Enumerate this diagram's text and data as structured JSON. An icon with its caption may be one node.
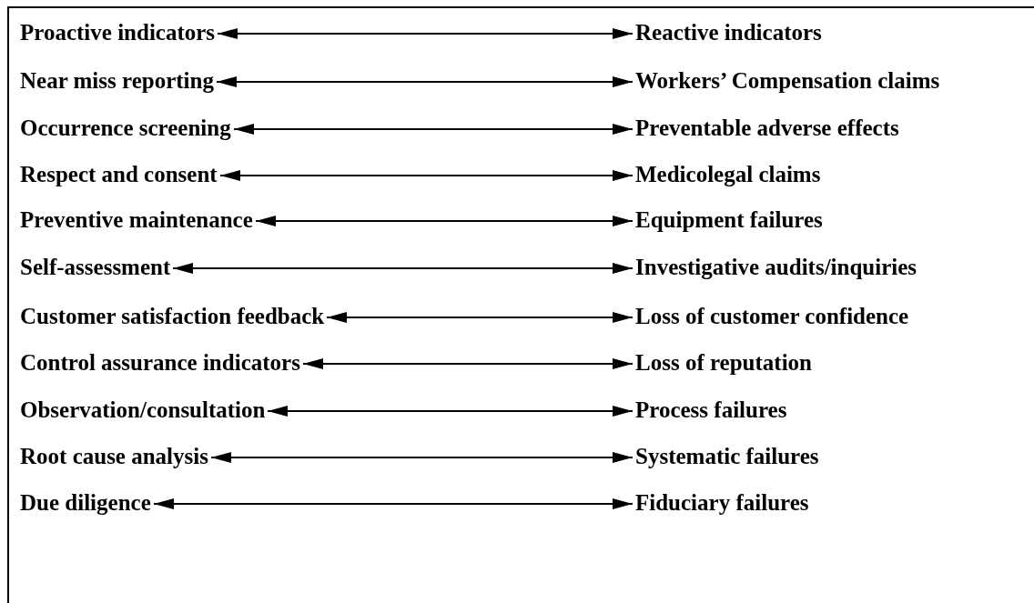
{
  "diagram": {
    "nodes": [
      {
        "text": [
          "Proactive indicators"
        ]
      },
      {
        "text": [
          "Reactive indicators"
        ]
      },
      {
        "text": [
          "Near miss reporting"
        ]
      },
      {
        "text": [
          "Workers’ Compensation claims"
        ]
      },
      {
        "text": [
          "Occurrence screening"
        ]
      },
      {
        "text": [
          "Preventable adverse effects"
        ]
      },
      {
        "text": [
          "Respect and consent"
        ]
      },
      {
        "text": [
          "Medicolegal claims"
        ]
      },
      {
        "text": [
          "Preventive maintenance"
        ]
      },
      {
        "text": [
          "Equipment failures"
        ]
      },
      {
        "text": [
          "Self-assessment"
        ]
      },
      {
        "text": [
          "Investigative audits/inquiries"
        ]
      },
      {
        "text": [
          "Customer satisfaction feedback"
        ]
      },
      {
        "text": [
          "Loss of customer confidence"
        ]
      },
      {
        "text": [
          "Control assurance indicators"
        ]
      },
      {
        "text": [
          "Loss of reputation"
        ]
      },
      {
        "text": [
          "Observation/consultation"
        ]
      },
      {
        "text": [
          "Process failures"
        ]
      },
      {
        "text": [
          "Root cause analysis"
        ]
      },
      {
        "text": [
          "Systematic failures"
        ]
      },
      {
        "text": [
          "Due diligence"
        ]
      },
      {
        "text": [
          "Fiduciary failures"
        ]
      }
    ],
    "edges": [
      {
        "from": 0,
        "to": 1,
        "arrow": "both"
      },
      {
        "from": 2,
        "to": 3,
        "arrow": "both"
      },
      {
        "from": 4,
        "to": 5,
        "arrow": "both"
      },
      {
        "from": 6,
        "to": 7,
        "arrow": "both"
      },
      {
        "from": 8,
        "to": 9,
        "arrow": "both"
      },
      {
        "from": 10,
        "to": 11,
        "arrow": "both"
      },
      {
        "from": 12,
        "to": 13,
        "arrow": "both"
      },
      {
        "from": 14,
        "to": 15,
        "arrow": "both"
      },
      {
        "from": 16,
        "to": 17,
        "arrow": "both"
      },
      {
        "from": 18,
        "to": 19,
        "arrow": "both"
      },
      {
        "from": 20,
        "to": 21,
        "arrow": "both"
      }
    ]
  }
}
